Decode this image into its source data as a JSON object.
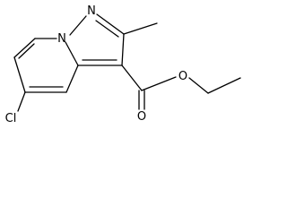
{
  "molecule": {
    "atoms": {
      "n_pyrazole": "N",
      "n_bridgehead": "N",
      "o_carbonyl": "O",
      "o_ester": "O",
      "chlorine": "Cl"
    },
    "colors": {
      "bond": "#000000",
      "label": "#000000",
      "background": "#ffffff"
    }
  }
}
